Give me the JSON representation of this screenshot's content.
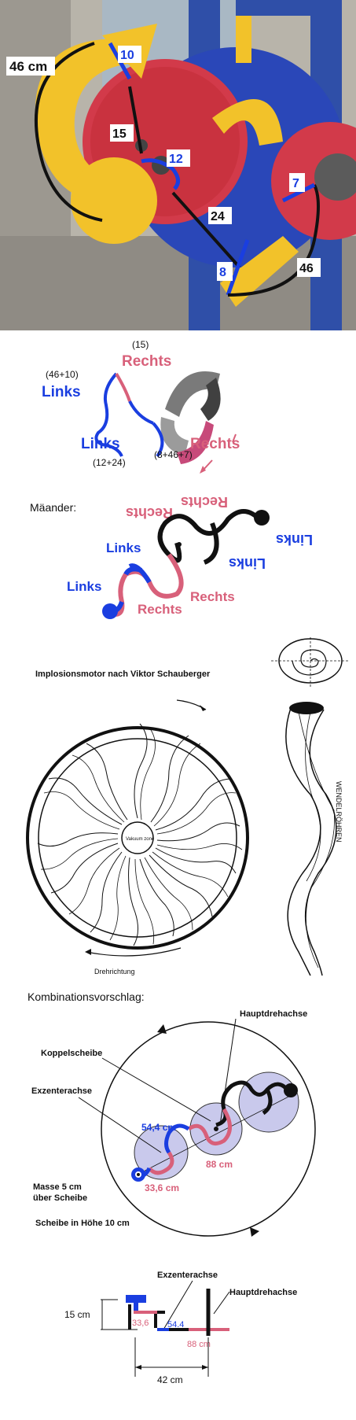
{
  "photo": {
    "labels": {
      "l46cm": "46 cm",
      "l10": "10",
      "l15": "15",
      "l12": "12",
      "l24": "24",
      "l7": "7",
      "l8": "8",
      "l46": "46"
    },
    "colors": {
      "blue": "#1a3ee0",
      "black": "#111111",
      "yellow": "#f2c22a",
      "red": "#d23a4a",
      "sky": "#2f4fa8"
    }
  },
  "spiral_panel": {
    "p15": "(15)",
    "rechts_top": "Rechts",
    "p46_10": "(46+10)",
    "links_top": "Links",
    "links_bottom": "Links",
    "p12_24": "(12+24)",
    "rechts_bottom": "Rechts",
    "p8_46_7": "(8+46+7)"
  },
  "meander_panel": {
    "title": "Mäander:",
    "links1": "Links",
    "links2": "Links",
    "rechts1": "Rechts",
    "rechts2": "Rechts",
    "flip_rechts1": "Rechts",
    "flip_rechts2": "Rechts",
    "flip_links1": "Links",
    "flip_links2": "Links",
    "colors": {
      "blue": "#1a3ee0",
      "pink": "#d8607a",
      "black": "#111111"
    }
  },
  "schauberger_panel": {
    "title": "Implosionsmotor nach Viktor Schauberger",
    "center": "Vakuum zone",
    "rotation": "Drehrichtung",
    "tube": "WENDELRÖHREN"
  },
  "combination_panel": {
    "title": "Kombinationsvorschlag:",
    "hauptdrehachse": "Hauptdrehachse",
    "koppelscheibe": "Koppelscheibe",
    "exzenterachse": "Exzenterachse",
    "d544": "54,4 cm",
    "d88": "88 cm",
    "d336": "33,6 cm",
    "masse_line1": "Masse 5 cm",
    "masse_line2": "über Scheibe",
    "scheibe": "Scheibe in Höhe 10 cm"
  },
  "side_panel": {
    "exzenterachse": "Exzenterachse",
    "hauptdrehachse": "Hauptdrehachse",
    "h15": "15  cm",
    "v336": "33,6",
    "v544": "54.4",
    "v88": "88 cm",
    "w42": "42 cm"
  }
}
